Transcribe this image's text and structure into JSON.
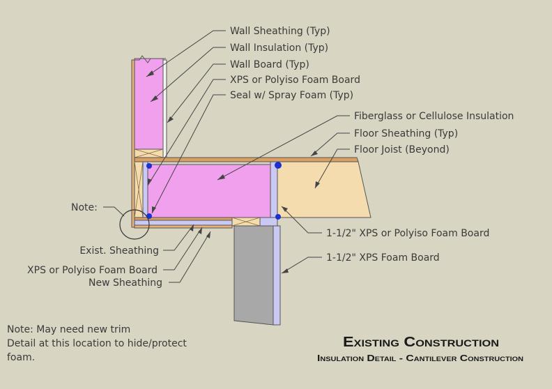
{
  "labels": {
    "wall_sheathing": "Wall Sheathing (Typ)",
    "wall_insulation": "Wall Insulation (Typ)",
    "wall_board": "Wall Board (Typ)",
    "xps_polyiso_wall": "XPS or Polyiso Foam Board",
    "seal_spray_foam": "Seal w/ Spray Foam (Typ)",
    "fiberglass_cellulose": "Fiberglass or Cellulose Insulation",
    "floor_sheathing": "Floor Sheathing (Typ)",
    "floor_joist": "Floor Joist (Beyond)",
    "note": "Note:",
    "xps_polyiso_1_5": "1-1/2\" XPS or Polyiso Foam Board",
    "xps_1_5": "1-1/2\" XPS Foam Board",
    "exist_sheathing": "Exist. Sheathing",
    "xps_polyiso_bottom": "XPS or Polyiso Foam Board",
    "new_sheathing": "New Sheathing"
  },
  "note_text": {
    "line1": "Note: May need new trim",
    "line2": "Detail at this location to hide/protect",
    "line3": "foam."
  },
  "title": {
    "main": "Existing Construction",
    "sub": "Insulation Detail - Cantilever Construction"
  },
  "colors": {
    "background": "#d9d5c3",
    "insulation_pink": "#f0a0ec",
    "wood": "#f5dcae",
    "foam_board": "#c9c9f4",
    "concrete": "#a8a8a8",
    "spray_foam": "#1c2fd0"
  }
}
